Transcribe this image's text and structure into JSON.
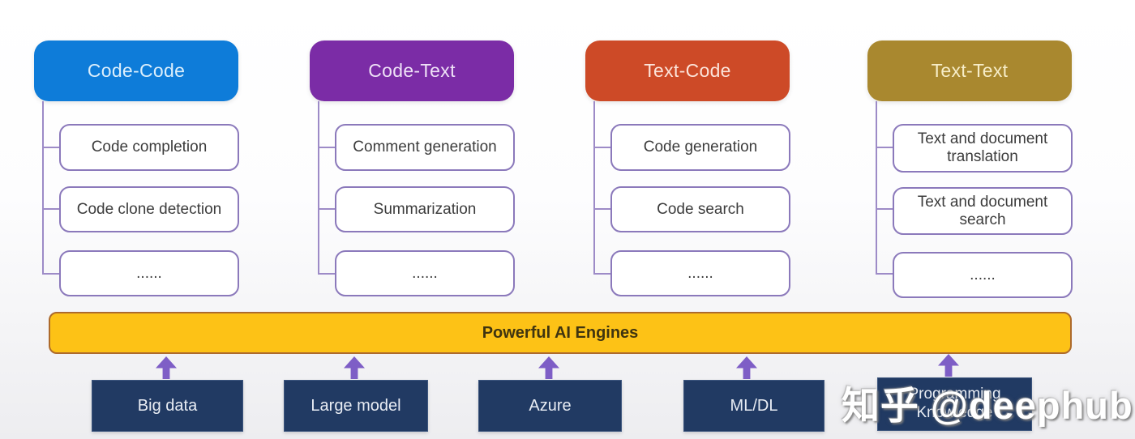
{
  "theme": {
    "box_border": "#8b79bb",
    "connector": "#9d8bc7",
    "arrow": "#7e5ec6",
    "engine_bar_bg": "#fdc216",
    "engine_bar_border": "#ad6a2c",
    "engine_bar_text": "#3f3410",
    "foundation_bg": "#213a63",
    "foundation_text": "#e9edf4"
  },
  "columns": [
    {
      "title": "Code-Code",
      "bg": "#0e7cd9",
      "fg": "#dceffc",
      "items": [
        "Code completion",
        "Code clone detection",
        "......"
      ]
    },
    {
      "title": "Code-Text",
      "bg": "#7b2ca6",
      "fg": "#efe2f7",
      "items": [
        "Comment generation",
        "Summarization",
        "......"
      ]
    },
    {
      "title": "Text-Code",
      "bg": "#cd4a27",
      "fg": "#fce4da",
      "items": [
        "Code generation",
        "Code search",
        "......"
      ]
    },
    {
      "title": "Text-Text",
      "bg": "#a9882f",
      "fg": "#f7edc8",
      "items": [
        "Text and document translation",
        "Text and document search",
        "......"
      ]
    }
  ],
  "engine_bar": {
    "label": "Powerful AI Engines"
  },
  "foundations": [
    "Big data",
    "Large model",
    "Azure",
    "ML/DL",
    "Programming Knowledge"
  ],
  "watermark": "知乎 @deephub"
}
